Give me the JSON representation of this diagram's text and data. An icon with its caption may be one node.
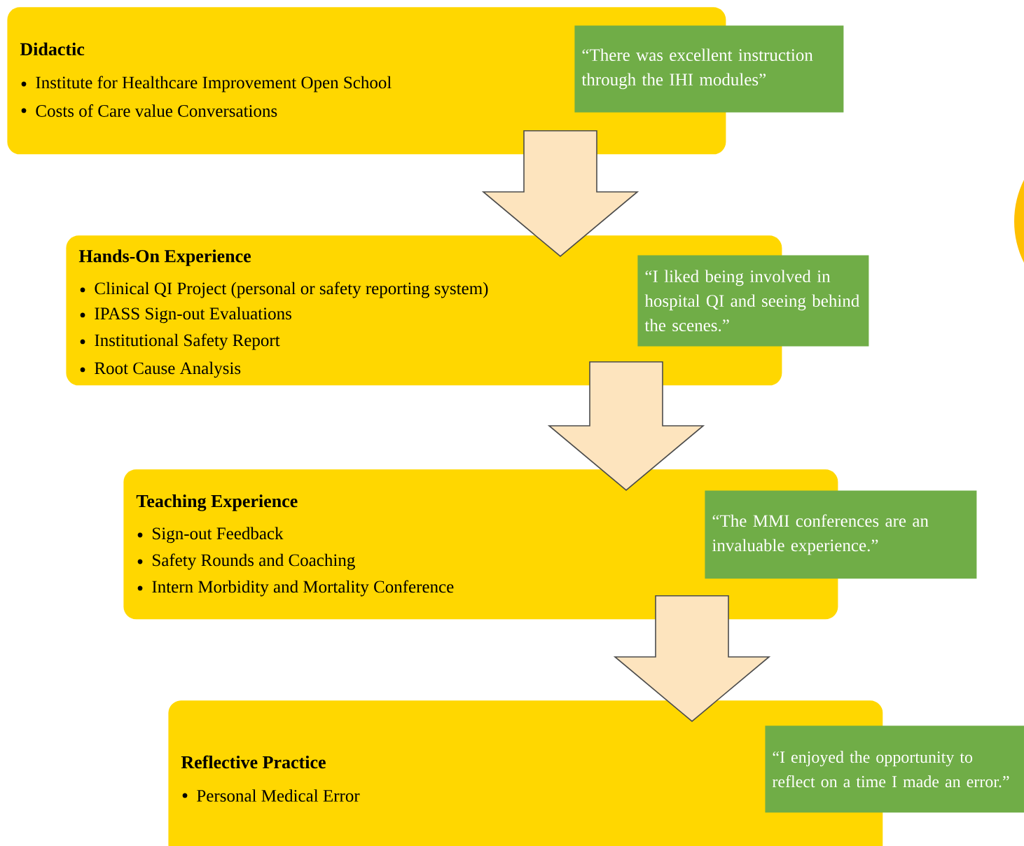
{
  "diagram": {
    "nodes": [
      {
        "text": [
          "Didactic",
          "Institute for Healthcare Improvement Open School",
          "Costs of Care value Conversations"
        ]
      },
      {
        "text": [
          "“There was excellent instruction through the IHI modules”"
        ]
      },
      {
        "text": [
          "Hands-On Experience",
          "Clinical QI Project (personal or safety reporting system)",
          "IPASS Sign-out Evaluations",
          "Institutional Safety Report",
          "Root Cause Analysis"
        ]
      },
      {
        "text": [
          "“I liked being involved in hospital QI and seeing behind the scenes.”"
        ]
      },
      {
        "text": [
          "Teaching Experience",
          "Sign-out Feedback",
          "Safety Rounds and Coaching",
          "Intern Morbidity and Mortality Conference"
        ]
      },
      {
        "text": [
          "“The MMI conferences are an invaluable experience.”"
        ]
      },
      {
        "text": [
          "Reflective Practice",
          "Personal Medical Error"
        ]
      },
      {
        "text": [
          "“I enjoyed the opportunity to reflect on a time I made an error.”"
        ]
      }
    ],
    "edges": [
      {
        "from": 0,
        "to": 2,
        "arrow": "to"
      },
      {
        "from": 2,
        "to": 4,
        "arrow": "to"
      },
      {
        "from": 4,
        "to": 6,
        "arrow": "to"
      }
    ]
  }
}
